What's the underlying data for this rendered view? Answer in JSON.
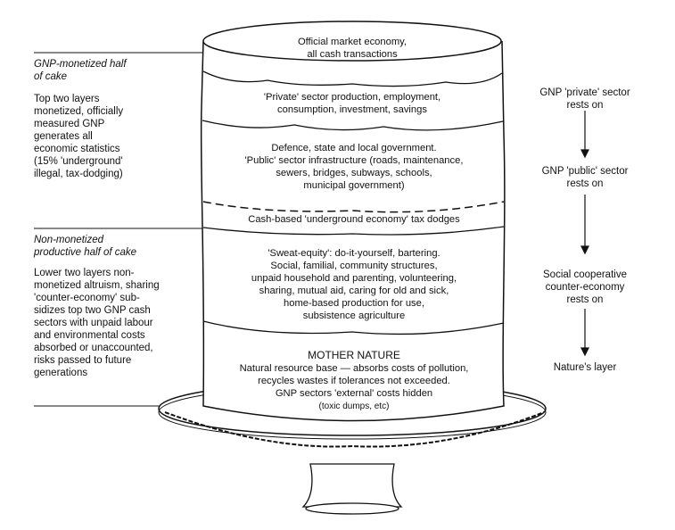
{
  "left": {
    "monetized_heading": "GNP-monetized half\nof cake",
    "monetized_text": "Top two layers\nmonetized, officially\nmeasured GNP\ngenerates all\neconomic statistics\n(15% 'underground'\nillegal, tax-dodging)",
    "nonmonetized_heading": "Non-monetized\nproductive half of cake",
    "nonmonetized_text": "Lower two layers non-\nmonetized altruism, sharing\n'counter-economy' sub-\nsidizes top two GNP cash\nsectors with unpaid labour\nand environmental costs\nabsorbed or unaccounted,\nrisks passed to future\ngenerations"
  },
  "cake": {
    "top": "Official market economy,\nall cash transactions",
    "private": "'Private' sector production, employment,\nconsumption, investment, savings",
    "public": "Defence, state and local government.\n'Public' sector infrastructure (roads, maintenance,\nsewers, bridges, subways, schools,\nmunicipal government)",
    "underground": "Cash-based 'underground economy' tax dodges",
    "sweat": "'Sweat-equity': do-it-yourself, bartering.\nSocial, familial, community structures,\nunpaid household and parenting, volunteering,\nsharing, mutual aid, caring for old and sick,\nhome-based production for use,\nsubsistence agriculture",
    "nature_title": "MOTHER NATURE",
    "nature_text": "Natural resource base — absorbs costs of pollution,\nrecycles wastes if tolerances not exceeded.\nGNP sectors 'external' costs hidden",
    "nature_note": "(toxic dumps, etc)"
  },
  "right": {
    "private_rests": "GNP 'private' sector\nrests on",
    "public_rests": "GNP 'public' sector\nrests on",
    "social_rests": "Social cooperative\ncounter-economy\nrests on",
    "nature_layer": "Nature's layer"
  }
}
